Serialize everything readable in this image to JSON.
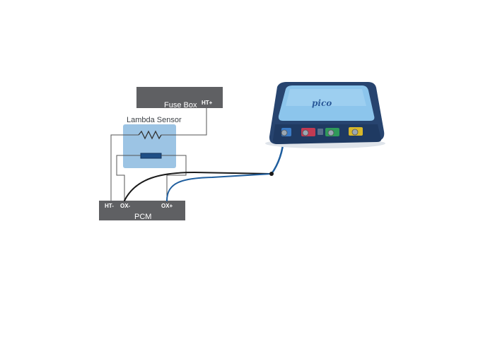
{
  "fuse_box": {
    "label": "Fuse Box",
    "terminal": "HT+"
  },
  "lambda_sensor": {
    "label": "Lambda Sensor"
  },
  "pcm": {
    "label": "PCM",
    "terminals": [
      "HT-",
      "OX-",
      "OX+"
    ]
  },
  "scope": {
    "brand": "pico"
  },
  "colors": {
    "box_fill": "#5f6063",
    "sensor_fill": "#9cc4e4",
    "wire_black": "#1a1a1a",
    "wire_blue": "#1f5e9e",
    "wire_gray": "#555555",
    "scope_body": "#27446f",
    "scope_panel": "#8cc5ec"
  }
}
